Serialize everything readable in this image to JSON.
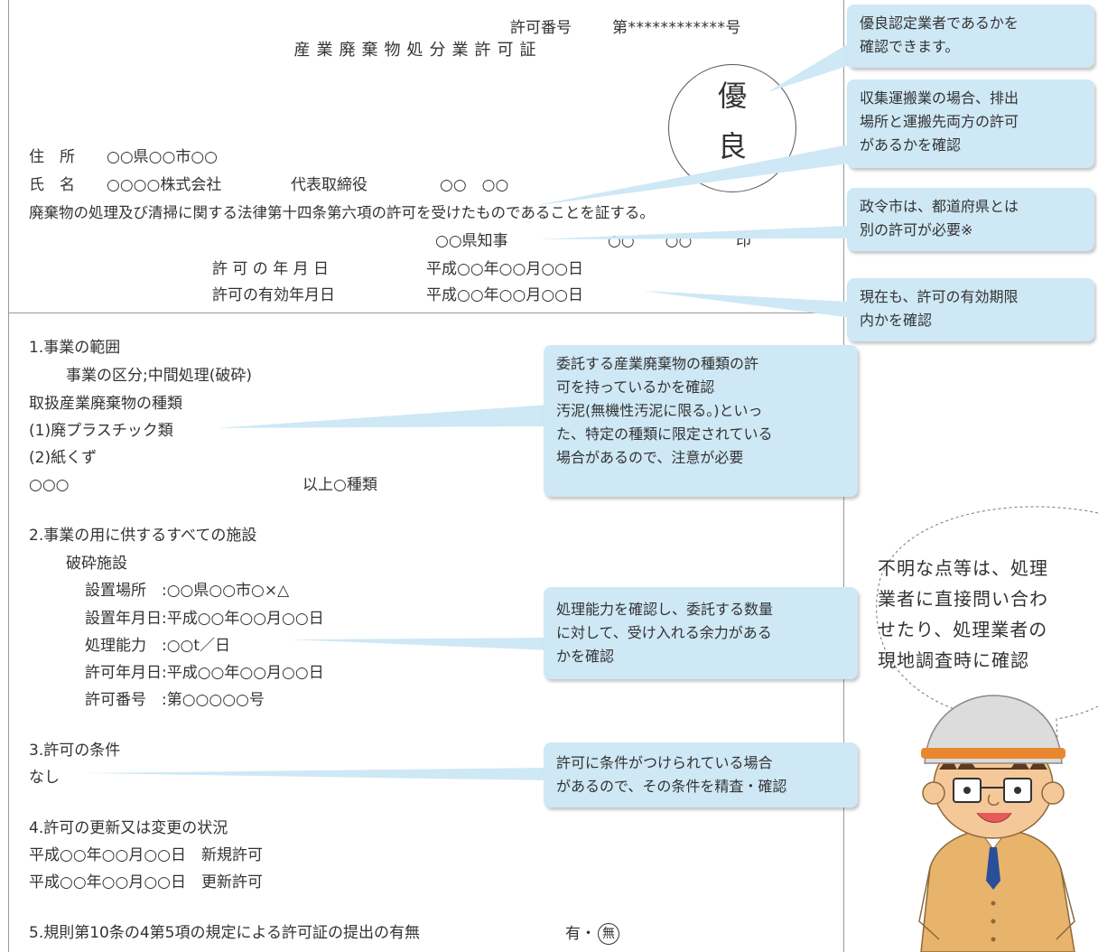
{
  "license": {
    "number_label": "許可番号",
    "number_value": "第************号",
    "title": "産業廃棄物処分業許可証",
    "stamp_chars": [
      "優",
      "良"
    ],
    "address_label": "住　所",
    "address_value": "○○県○○市○○",
    "name_label": "氏　名",
    "name_company": "○○○○株式会社",
    "name_title": "代表取締役",
    "name_person": "○○　○○",
    "certification": "廃棄物の処理及び清掃に関する法律第十四条第六項の許可を受けたものであることを証する。",
    "governor": "○○県知事",
    "governor_name": "○○　　○○",
    "seal": "印",
    "date_label": "許 可 の 年 月 日",
    "date_value": "平成○○年○○月○○日",
    "valid_label": "許可の有効年月日",
    "valid_value": "平成○○年○○月○○日"
  },
  "sections": {
    "s1_heading": "1.事業の範囲",
    "s1_category": "事業の区分;中間処理(破砕)",
    "s1_types_heading": "取扱産業廃棄物の種類",
    "s1_item1": "(1)廃プラスチック類",
    "s1_item2": "(2)紙くず",
    "s1_item3": "○○○",
    "s1_total": "以上○種類",
    "s2_heading": "2.事業の用に供するすべての施設",
    "s2_facility": "破砕施設",
    "s2_place": "設置場所　:○○県○○市○×△",
    "s2_date": "設置年月日:平成○○年○○月○○日",
    "s2_capacity": "処理能力　:○○t／日",
    "s2_permit_date": "許可年月日:平成○○年○○月○○日",
    "s2_permit_no": "許可番号　:第○○○○○号",
    "s3_heading": "3.許可の条件",
    "s3_value": "なし",
    "s4_heading": "4.許可の更新又は変更の状況",
    "s4_line1": "平成○○年○○月○○日　新規許可",
    "s4_line2": "平成○○年○○月○○日　更新許可",
    "s5_text": "5.規則第10条の4第5項の規定による許可証の提出の有無",
    "s5_yes": "有",
    "s5_sep": "・",
    "s5_no": "無"
  },
  "callouts": {
    "c1": [
      "優良認定業者であるかを",
      "確認できます。"
    ],
    "c2": [
      "収集運搬業の場合、排出",
      "場所と運搬先両方の許可",
      "があるかを確認"
    ],
    "c3": [
      "政令市は、都道府県とは",
      "別の許可が必要※"
    ],
    "c4": [
      "現在も、許可の有効期限",
      "内かを確認"
    ],
    "c5": [
      "委託する産業廃棄物の種類の許",
      "可を持っているかを確認",
      "汚泥(無機性汚泥に限る。)といっ",
      "た、特定の種類に限定されている",
      "場合があるので、注意が必要"
    ],
    "c6": [
      "処理能力を確認し、委託する数量",
      "に対して、受け入れる余力がある",
      "かを確認"
    ],
    "c7": [
      "許可に条件がつけられている場合",
      "があるので、その条件を精査・確認"
    ]
  },
  "speech_bubble": [
    "不明な点等は、処理",
    "業者に直接問い合わ",
    "せたり、処理業者の",
    "現地調査時に確認"
  ],
  "colors": {
    "callout_bg": "#cfe8f5",
    "document_border": "#9a9a9a",
    "text": "#333333"
  },
  "icons": {
    "character": "inspector-with-helmet-illustration"
  }
}
